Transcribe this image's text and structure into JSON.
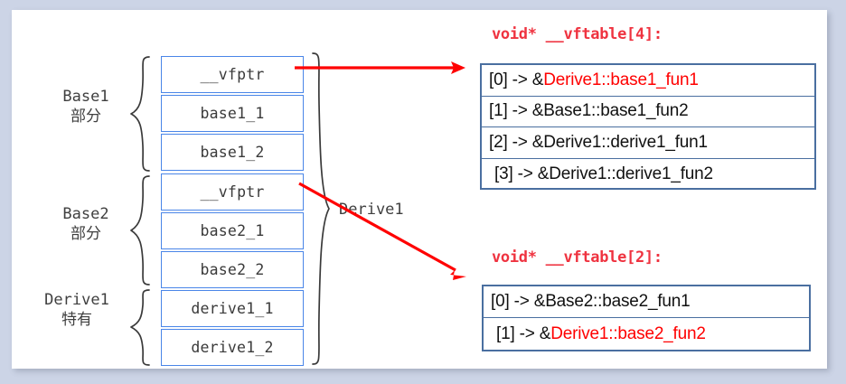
{
  "diagram": {
    "title_hidden": "Derive1 object memory layout with vtables",
    "colors": {
      "cell_border": "#4a86e8",
      "table_border": "#4a6fa0",
      "arrow": "#ff0000",
      "vtable_title": "#ef3340",
      "highlight": "#ff0000",
      "page_bg": "#ccd4e6",
      "card_bg": "#ffffff"
    }
  },
  "object_layout": {
    "whole_label": "Derive1",
    "groups": [
      {
        "label": "Base1\n部分",
        "rows": 3
      },
      {
        "label": "Base2\n部分",
        "rows": 3
      },
      {
        "label": "Derive1\n特有",
        "rows": 2
      }
    ],
    "cells": [
      {
        "text": "__vfptr"
      },
      {
        "text": "base1_1"
      },
      {
        "text": "base1_2"
      },
      {
        "text": "__vfptr"
      },
      {
        "text": "base2_1"
      },
      {
        "text": "base2_2"
      },
      {
        "text": "derive1_1"
      },
      {
        "text": "derive1_2"
      }
    ]
  },
  "vtables": [
    {
      "title": "void* __vftable[4]:",
      "entries": [
        {
          "index": "[0] -> &",
          "plain": "",
          "red": "Derive1::base1_fun1",
          "indent": false
        },
        {
          "index": "[1] -> &",
          "plain": "Base1::base1_fun2",
          "red": "",
          "indent": false
        },
        {
          "index": "[2] -> &",
          "plain": "Derive1::derive1_fun1",
          "red": "",
          "indent": false
        },
        {
          "index": "[3] -> &",
          "plain": "Derive1::derive1_fun2",
          "red": "",
          "indent": true
        }
      ]
    },
    {
      "title": "void* __vftable[2]:",
      "entries": [
        {
          "index": "[0] -> &",
          "plain": "Base2::base2_fun1",
          "red": "",
          "indent": false
        },
        {
          "index": "[1] -> &",
          "plain": "",
          "red": "Derive1::base2_fun2",
          "indent": true
        }
      ]
    }
  ]
}
